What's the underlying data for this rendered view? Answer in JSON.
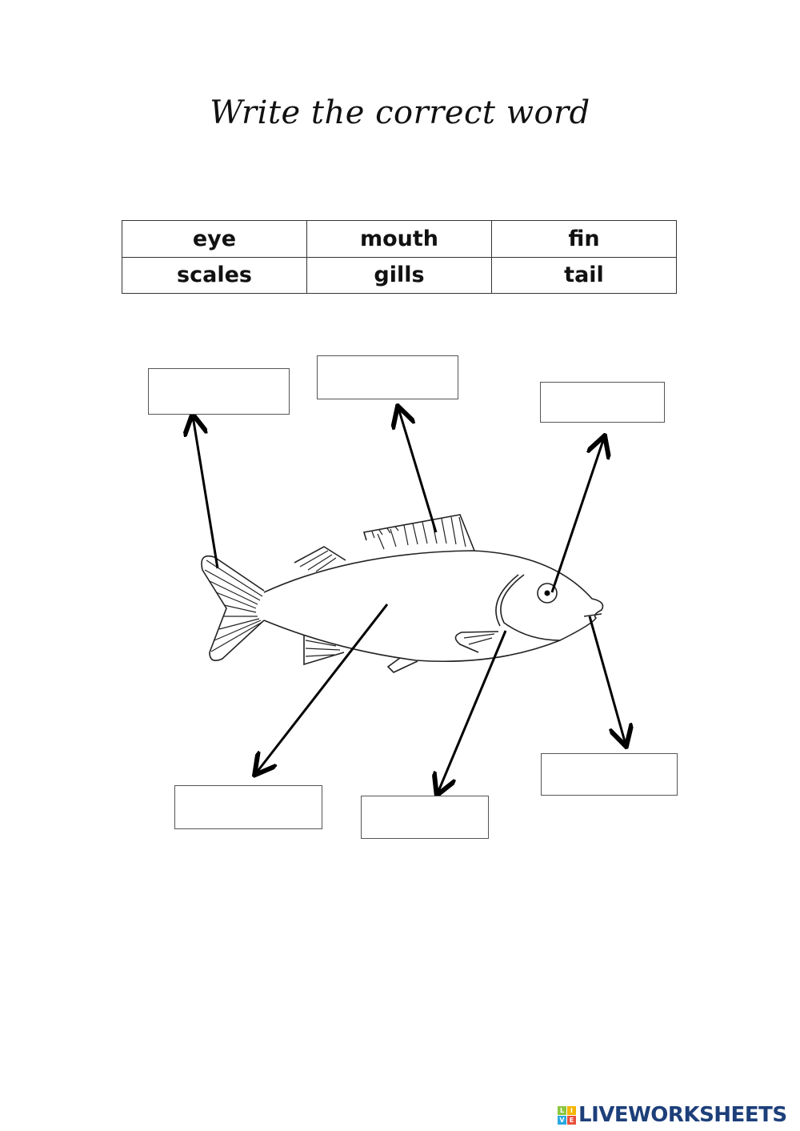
{
  "title": "Write the correct word",
  "word_bank": [
    [
      "eye",
      "mouth",
      "fin"
    ],
    [
      "scales",
      "gills",
      "tail"
    ]
  ],
  "answer_boxes": [
    "",
    "",
    "",
    "",
    "",
    ""
  ],
  "logo": {
    "text": "LIVEWORKSHEETS",
    "mark_letters": [
      "L",
      "I",
      "V",
      "E"
    ],
    "color": "#1d3f7a"
  }
}
